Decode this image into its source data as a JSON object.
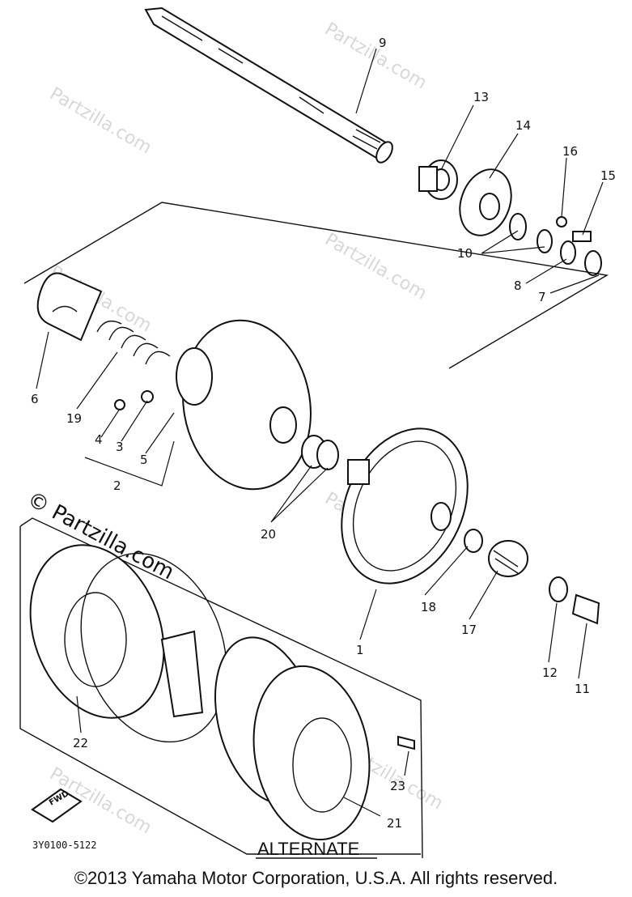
{
  "callouts": [
    "1",
    "2",
    "3",
    "4",
    "5",
    "6",
    "7",
    "8",
    "9",
    "10",
    "11",
    "12",
    "13",
    "14",
    "15",
    "16",
    "17",
    "18",
    "19",
    "20",
    "21",
    "22",
    "23"
  ],
  "watermark": {
    "main": "© Partzilla.com",
    "faint": "Partzilla.com"
  },
  "diagram_code": "3Y0100-5122",
  "alternate_label": "ALTERNATE",
  "fwd_label": "FWD",
  "copyright": "©2013  Yamaha Motor Corporation, U.S.A. All rights reserved."
}
